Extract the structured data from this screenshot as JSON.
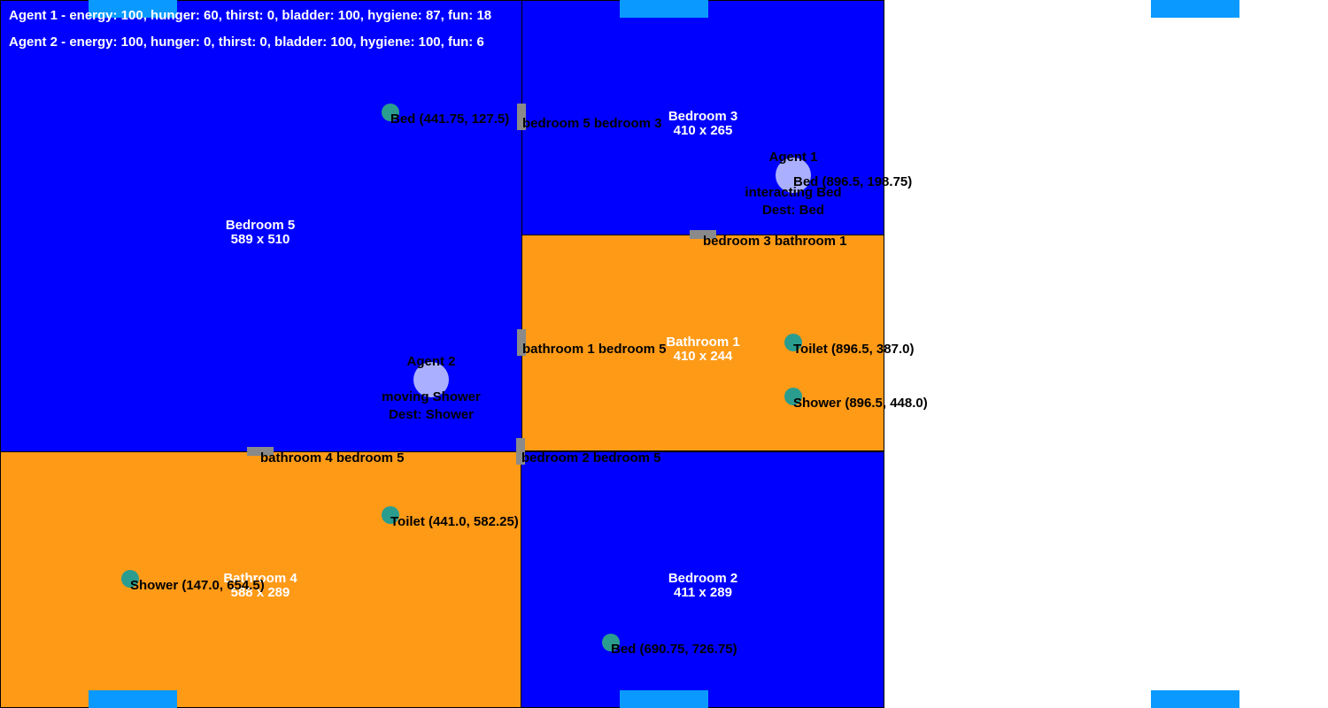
{
  "colors": {
    "bedroom": "#0000ff",
    "bathroom": "#ff9a17",
    "door": "#8a8a8a",
    "object": "#2a9d8f",
    "agent": "#aab0ff",
    "tab": "#0a9aff"
  },
  "status": {
    "agent1": "Agent 1 - energy: 100, hunger: 60, thirst: 0, bladder: 100, hygiene: 87, fun: 18",
    "agent2": "Agent 2 - energy: 100, hunger: 0, thirst: 0, bladder: 100, hygiene: 100, fun: 6"
  },
  "rooms": {
    "bedroom5": {
      "name": "Bedroom 5",
      "size": "589 x 510"
    },
    "bedroom3": {
      "name": "Bedroom 3",
      "size": "410 x 265"
    },
    "bathroom1": {
      "name": "Bathroom 1",
      "size": "410 x 244"
    },
    "bathroom4": {
      "name": "Bathroom 4",
      "size": "588 x 289"
    },
    "bedroom2": {
      "name": "Bedroom 2",
      "size": "411 x 289"
    }
  },
  "doors": {
    "bedroom5_bedroom3": "bedroom 5 bedroom 3",
    "bedroom3_bathroom1": "bedroom 3 bathroom 1",
    "bathroom1_bedroom5": "bathroom 1 bedroom 5",
    "bathroom4_bedroom5": "bathroom 4 bedroom 5",
    "bedroom2_bedroom5": "bedroom 2 bedroom 5"
  },
  "objects": {
    "bed_b5": "Bed (441.75, 127.5)",
    "bed_b3": "Bed (896.5, 198.75)",
    "toilet_ba1": "Toilet (896.5, 387.0)",
    "shower_ba1": "Shower (896.5, 448.0)",
    "toilet_ba4": "Toilet (441.0, 582.25)",
    "shower_ba4": "Shower (147.0, 654.5)",
    "bed_b2": "Bed (690.75, 726.75)"
  },
  "agents": {
    "agent1": {
      "name": "Agent 1",
      "state": "interacting Bed",
      "dest": "Dest: Bed"
    },
    "agent2": {
      "name": "Agent 2",
      "state": "moving Shower",
      "dest": "Dest: Shower"
    }
  }
}
